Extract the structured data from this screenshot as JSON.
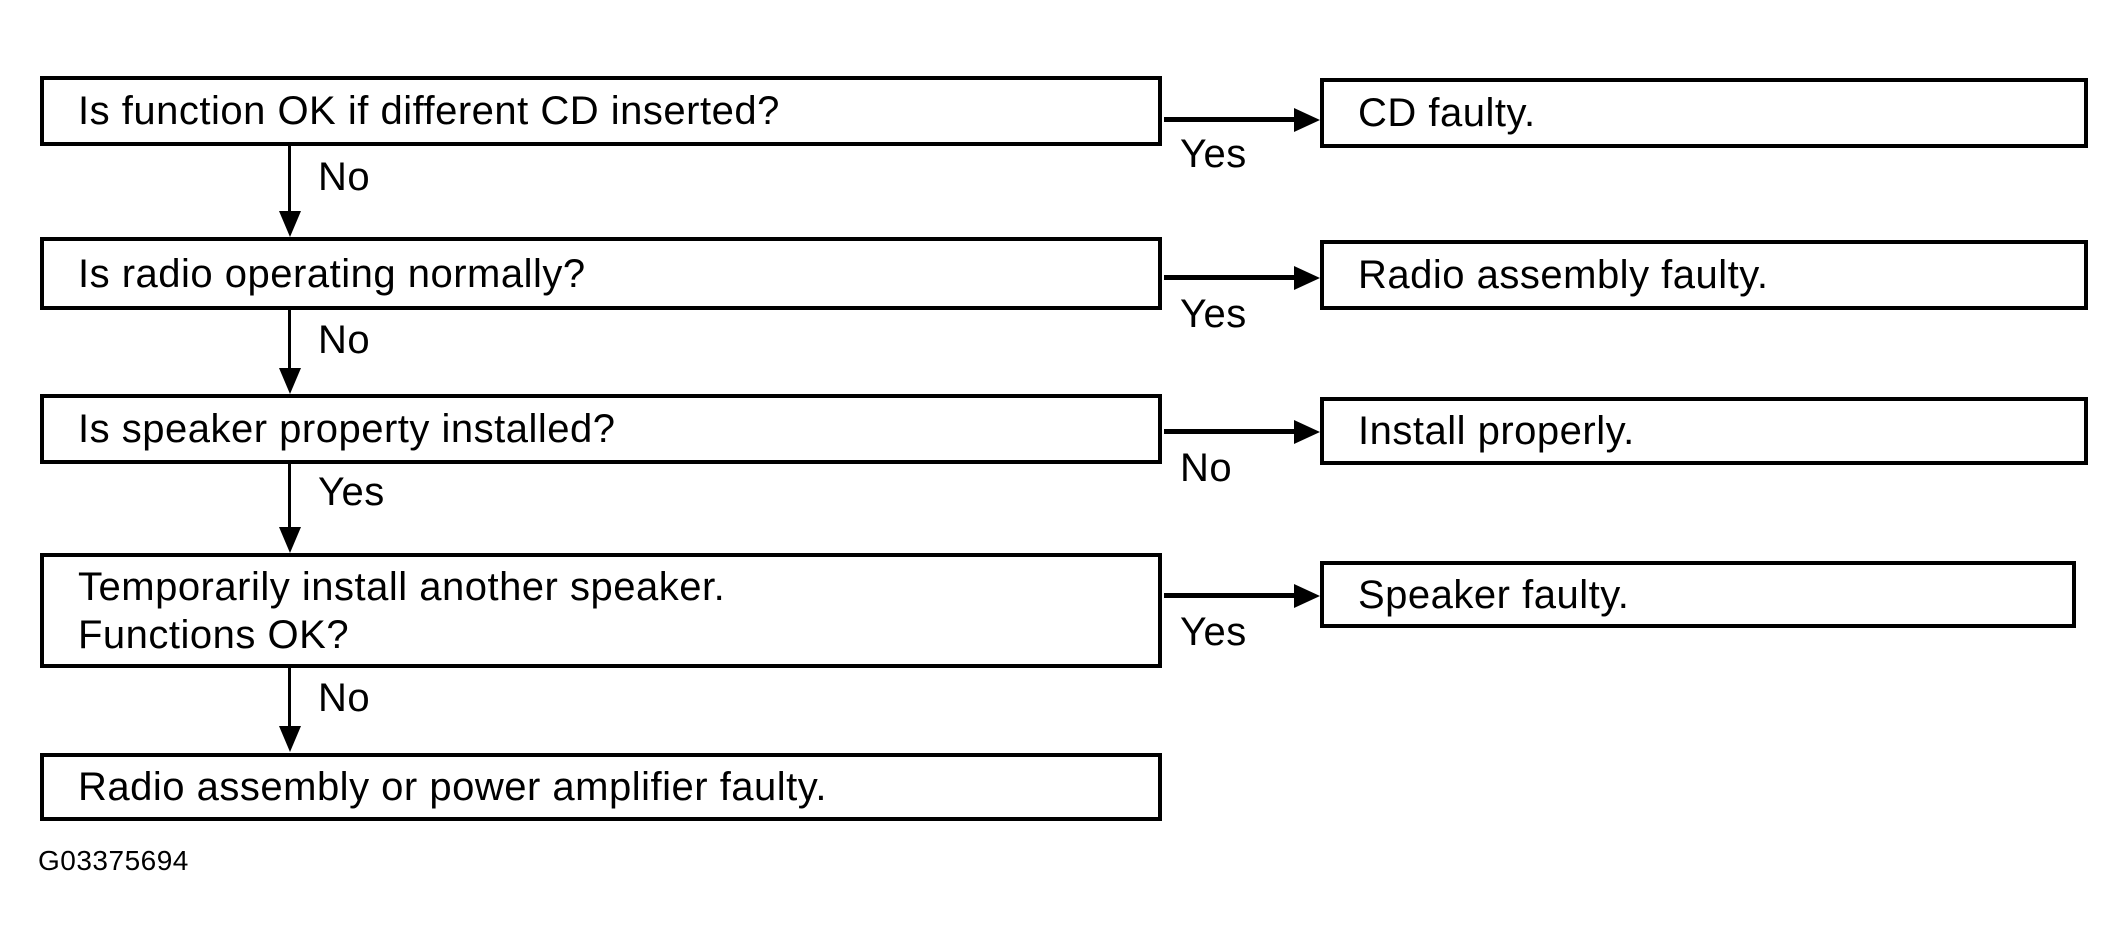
{
  "figure_id": "G03375694",
  "colors": {
    "ink": "#000000",
    "background": "#ffffff"
  },
  "flow": {
    "rows": [
      {
        "question": "Is function OK if different CD inserted?",
        "branch_label": "Yes",
        "result": "CD faulty.",
        "down_label": "No"
      },
      {
        "question": "Is radio operating normally?",
        "branch_label": "Yes",
        "result": "Radio assembly faulty.",
        "down_label": "No"
      },
      {
        "question": "Is speaker property installed?",
        "branch_label": "No",
        "result": "Install properly.",
        "down_label": "Yes"
      },
      {
        "question_line1": "Temporarily install another speaker.",
        "question_line2": "Functions OK?",
        "branch_label": "Yes",
        "result": "Speaker faulty.",
        "down_label": "No"
      },
      {
        "question": "Radio assembly or power amplifier faulty."
      }
    ]
  }
}
